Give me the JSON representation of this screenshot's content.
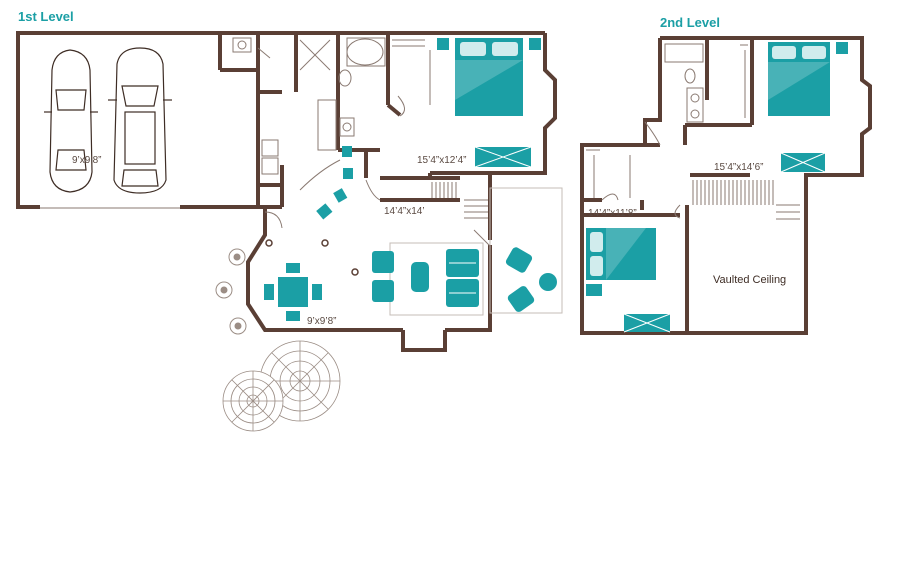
{
  "colors": {
    "wall": "#5a3f35",
    "accent": "#1b9fa5",
    "sketch": "#8a7a72",
    "tree": "#9b8d85",
    "text": "#3e2d25"
  },
  "levels": [
    {
      "title": "1st Level"
    },
    {
      "title": "2nd Level"
    }
  ],
  "rooms": {
    "garage": "9’x9’8”",
    "master_bed": "15’4”x12’4”",
    "living": "14’4”x14’",
    "dining": "9’x9’8”",
    "upper_bed1": "15’4”x14’6”",
    "upper_bed2": "14’4”x11’8”",
    "vaulted": "Vaulted Ceiling"
  }
}
